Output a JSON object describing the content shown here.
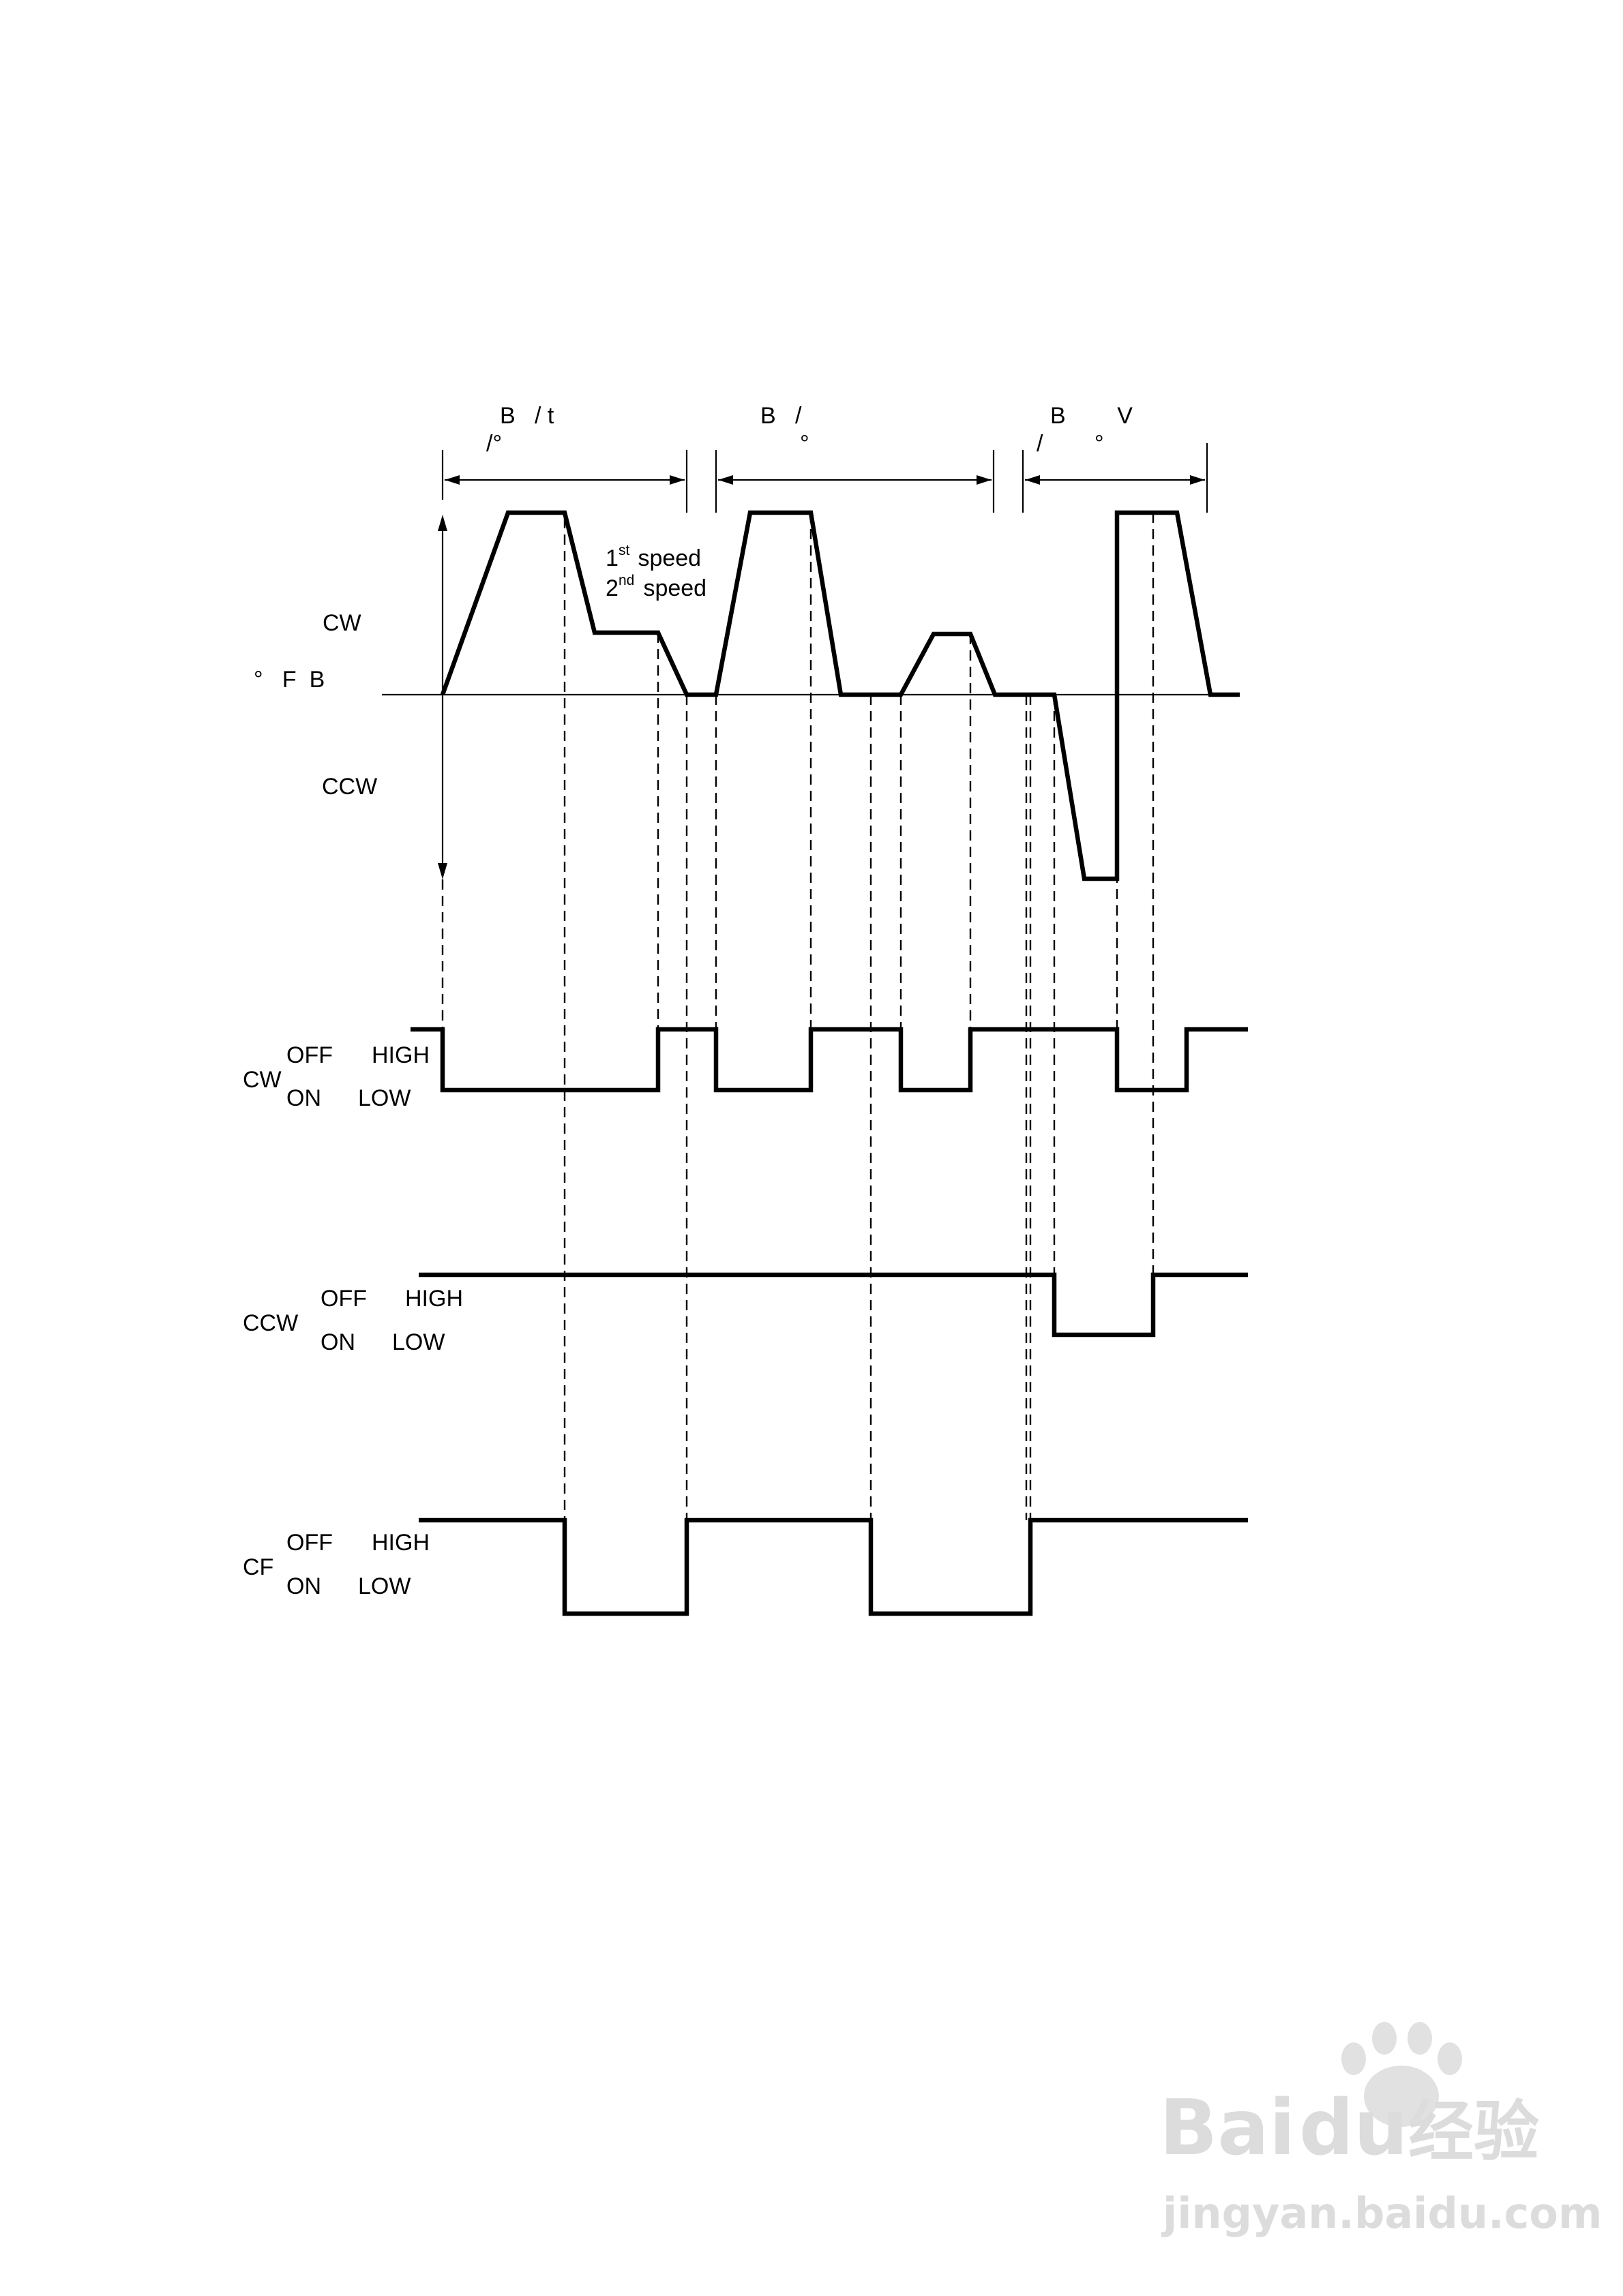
{
  "labels": {
    "seg1_top": "B   / t",
    "seg1_sub": "/°",
    "seg2_top": "B   /",
    "seg2_sub": "°",
    "seg3_top": "B        V",
    "seg3_sub": "/        °",
    "first_speed_num": "1",
    "first_speed_sup": "st",
    "first_speed_word": " speed",
    "second_speed_num": "2",
    "second_speed_sup": "nd",
    "second_speed_word": " speed",
    "cw_axis": "CW",
    "fb_label": "°   F  B",
    "ccw_axis": "CCW"
  },
  "signals": {
    "cw": {
      "name": "CW",
      "off": "OFF",
      "on": "ON",
      "high": "HIGH",
      "low": "LOW"
    },
    "ccw": {
      "name": "CCW",
      "off": "OFF",
      "on": "ON",
      "high": "HIGH",
      "low": "LOW"
    },
    "cf": {
      "name": "CF",
      "off": "OFF",
      "on": "ON",
      "high": "HIGH",
      "low": "LOW"
    }
  },
  "watermark": {
    "logo": "Bai",
    "logo_du": "du",
    "cn": "经验",
    "url": "jingyan.baidu.com"
  }
}
